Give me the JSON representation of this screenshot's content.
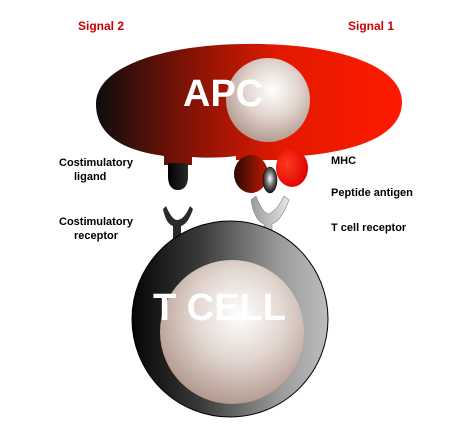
{
  "diagram": {
    "signal_2": "Signal 2",
    "signal_1": "Signal 1",
    "apc_label": "APC",
    "tcell_label": "T CELL",
    "costim_ligand_line1": "Costimulatory",
    "costim_ligand_line2": "ligand",
    "costim_receptor_line1": "Costimulatory",
    "costim_receptor_line2": "receptor",
    "mhc": "MHC",
    "peptide_antigen": "Peptide antigen",
    "tcr": "T cell receptor"
  },
  "colors": {
    "signal_text": "#cc0000",
    "apc_red": "#ee1100",
    "dark": "#111111",
    "nucleus_light": "#ffffff",
    "nucleus_dark": "#b89e92",
    "receptor_grey": "#cccccc"
  }
}
